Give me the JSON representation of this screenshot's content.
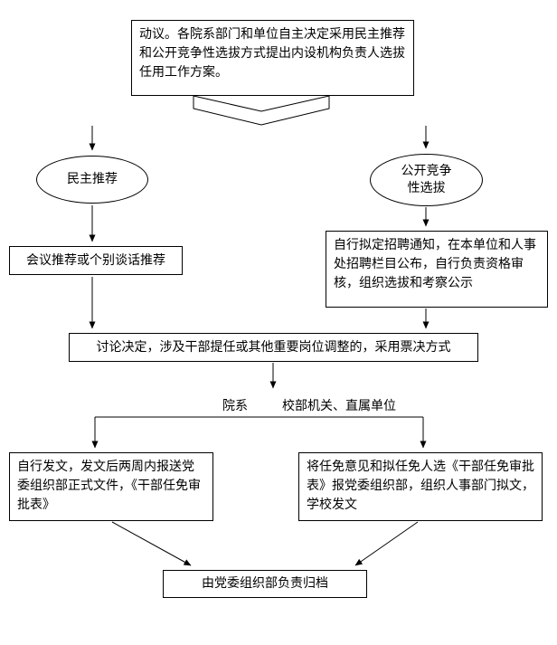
{
  "page": {
    "background_color": "#ffffff",
    "line_color": "#000000",
    "text_color": "#000000"
  },
  "nodes": {
    "proposal": {
      "text": "动议。各院系部门和单位自主决定采用民主推荐和公开竞争性选拔方式提出内设机构负责人选拔任用工作方案。"
    },
    "democratic_recommendation": {
      "text": "民主推荐"
    },
    "open_competitive_selection": {
      "text": "公开竞争性选拔"
    },
    "meeting_recommendation": {
      "text": "会议推荐或个别谈话推荐"
    },
    "recruitment_notice": {
      "text": "自行拟定招聘通知，在本单位和人事处招聘栏目公布，自行负责资格审核，组织选拔和考察公示"
    },
    "discussion_decision": {
      "text": "讨论决定，涉及干部提任或其他重要岗位调整的，采用票决方式"
    },
    "department_self_issue": {
      "text": "自行发文，发文后两周内报送党委组织部正式文件，《干部任免审批表》"
    },
    "hq_issue": {
      "text": "将任免意见和拟任免人选《干部任免审批表》报党委组织部，组织人事部门拟文，学校发文"
    },
    "archive": {
      "text": "由党委组织部负责归档"
    }
  },
  "branch_labels": {
    "left": "院系",
    "right": "校部机关、直属单位"
  }
}
